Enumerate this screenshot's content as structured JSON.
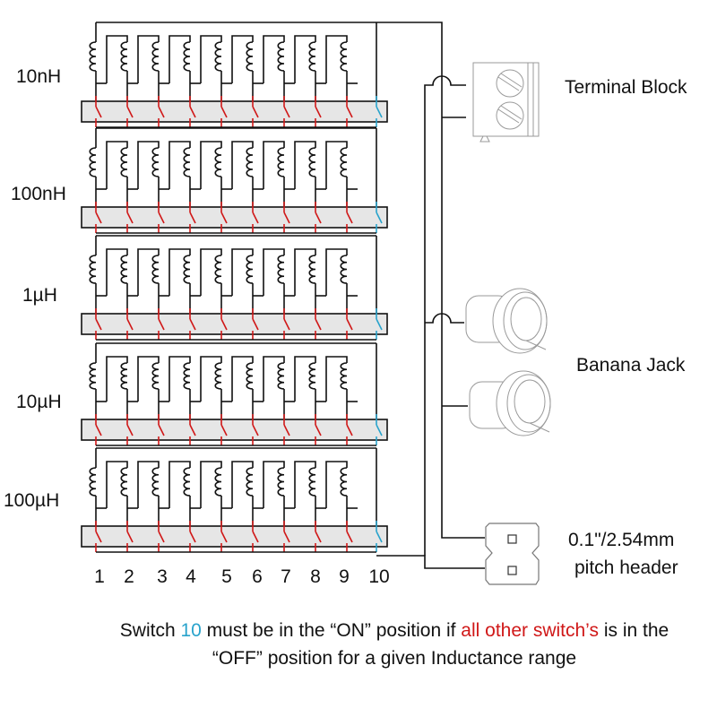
{
  "ranges": [
    {
      "label": "10nH"
    },
    {
      "label": "100nH"
    },
    {
      "label": "1µH"
    },
    {
      "label": "10µH"
    },
    {
      "label": "100µH"
    }
  ],
  "switch_numbers": [
    "1",
    "2",
    "3",
    "4",
    "5",
    "6",
    "7",
    "8",
    "9",
    "10"
  ],
  "inductors_per_range": 9,
  "connectors": {
    "terminal_block": "Terminal Block",
    "banana_jack": "Banana Jack",
    "header_line1": "0.1\"/2.54mm",
    "header_line2": "pitch header"
  },
  "note": {
    "p1": "Switch ",
    "p2": "10",
    "p3": " must be in the “ON” position if ",
    "p4": "all other switch’s",
    "p5": " is in the “OFF” position for a given Inductance range"
  },
  "colors": {
    "wire": "#111111",
    "switch_off": "#d01818",
    "switch_bypass": "#29a3cc",
    "switch_body": "#e6e6e6",
    "part_outline": "#9a9a9a"
  }
}
